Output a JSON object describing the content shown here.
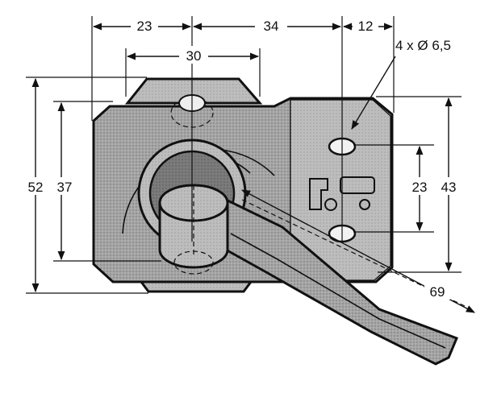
{
  "colors": {
    "body_fill": "#9a9a9a",
    "light_fill": "#b8b8b8",
    "dark_fill": "#6f6f6f",
    "line": "#111111",
    "background": "#ffffff"
  },
  "dimensions": {
    "top_left_width": "23",
    "top_middle_width": "34",
    "top_right_width": "12",
    "bracket_width": "30",
    "hole_callout": "4 x Ø 6,5",
    "overall_height": "52",
    "body_height": "37",
    "hole_spacing": "23",
    "right_height": "43",
    "lever_length": "69"
  }
}
